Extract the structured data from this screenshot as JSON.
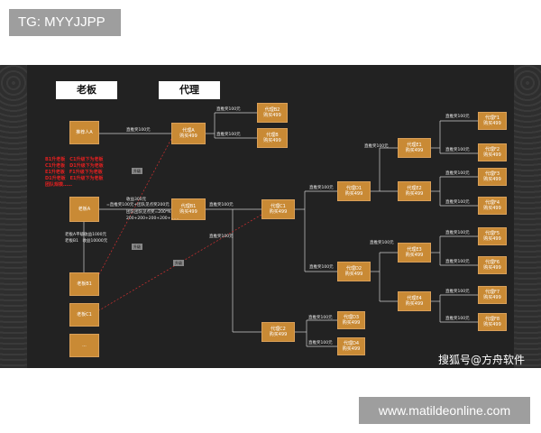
{
  "top_badge": "TG: MYYJJPP",
  "headers": {
    "boss": "老板",
    "agent": "代理"
  },
  "nodes": [
    {
      "id": "rec",
      "line1": "推荐人A",
      "line2": ""
    },
    {
      "id": "bossA",
      "line1": "老板A",
      "line2": ""
    },
    {
      "id": "bossB1",
      "line1": "老板B1",
      "line2": ""
    },
    {
      "id": "bossC1",
      "line1": "老板C1",
      "line2": ""
    },
    {
      "id": "bossDots",
      "line1": "...",
      "line2": ""
    },
    {
      "id": "agA",
      "line1": "代理A",
      "line2": "购买499"
    },
    {
      "id": "agB1",
      "line1": "代理B1",
      "line2": "购买499"
    },
    {
      "id": "agB2",
      "line1": "代理B2",
      "line2": "购买499"
    },
    {
      "id": "agB",
      "line1": "代理B",
      "line2": "购买499"
    },
    {
      "id": "agC1",
      "line1": "代理C1",
      "line2": "购买499"
    },
    {
      "id": "agC2",
      "line1": "代理C2",
      "line2": "购买499"
    },
    {
      "id": "agD1",
      "line1": "代理D1",
      "line2": "购买499"
    },
    {
      "id": "agD2",
      "line1": "代理D2",
      "line2": "购买499"
    },
    {
      "id": "agD3",
      "line1": "代理D3",
      "line2": "购买499"
    },
    {
      "id": "agD4",
      "line1": "代理D4",
      "line2": "购买499"
    },
    {
      "id": "agE1",
      "line1": "代理E1",
      "line2": "购买499"
    },
    {
      "id": "agE2",
      "line1": "代理E2",
      "line2": "购买499"
    },
    {
      "id": "agE3",
      "line1": "代理E3",
      "line2": "购买499"
    },
    {
      "id": "agE4",
      "line1": "代理E4",
      "line2": "购买499"
    },
    {
      "id": "agF1",
      "line1": "代理F1",
      "line2": "购买499"
    },
    {
      "id": "agF2",
      "line1": "代理F2",
      "line2": "购买499"
    },
    {
      "id": "agF3",
      "line1": "代理F3",
      "line2": "购买499"
    },
    {
      "id": "agF4",
      "line1": "代理F4",
      "line2": "购买499"
    },
    {
      "id": "agF5",
      "line1": "代理F5",
      "line2": "购买499"
    },
    {
      "id": "agF6",
      "line1": "代理F6",
      "line2": "购买499"
    },
    {
      "id": "agF7",
      "line1": "代理F7",
      "line2": "购买499"
    },
    {
      "id": "agF8",
      "line1": "代理F8",
      "line2": "购买499"
    }
  ],
  "edge_label": "直推奖100元",
  "mid_labels": {
    "income": "收益300元",
    "formula1": "=直推奖100元+团队见点奖200元",
    "formula2": "团队团队见点奖=200*N",
    "formula3": "200+200+200+200+……",
    "boss_sub": "老板A平级收益1000元",
    "boss_sub2": "老板B1　收益10000元"
  },
  "red_notes": [
    "B1升老板　C1升级下为老板",
    "C1升老板　D1升级下为老板",
    "E1升老板　F1升级下为老板",
    "D1升老板　E1升级下为老板",
    "团队规模……"
  ],
  "tags": {
    "upgrade1": "升级",
    "upgrade2": "升级",
    "upgrade3": "升级"
  },
  "watermark": "搜狐号@方舟软件",
  "url_badge": "www.matildeonline.com"
}
